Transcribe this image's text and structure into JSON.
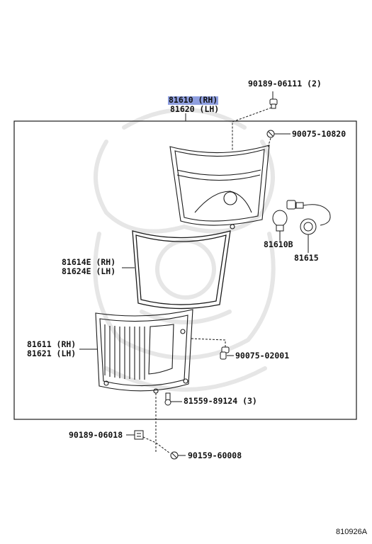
{
  "labels": {
    "p90189_06111": "90189-06111 (2)",
    "p81610_rh": "81610 (RH)",
    "p81620_lh": "81620 (LH)",
    "p90075_10820": "90075-10820",
    "p81610b": "81610B",
    "p81615": "81615",
    "p81614e_rh": "81614E (RH)",
    "p81624e_lh": "81624E (LH)",
    "p81611_rh": "81611 (RH)",
    "p81621_lh": "81621 (LH)",
    "p90075_02001": "90075-02001",
    "p81559_89124": "81559-89124 (3)",
    "p90189_06018": "90189-06018",
    "p90159_60008": "90159-60008",
    "diagram_code": "810926A"
  },
  "colors": {
    "highlight": "#8f9fe0",
    "line": "#1a1a1a",
    "watermark": "#e6e6e6"
  },
  "icons": {
    "watermark": "samurai-helmet-watermark"
  }
}
